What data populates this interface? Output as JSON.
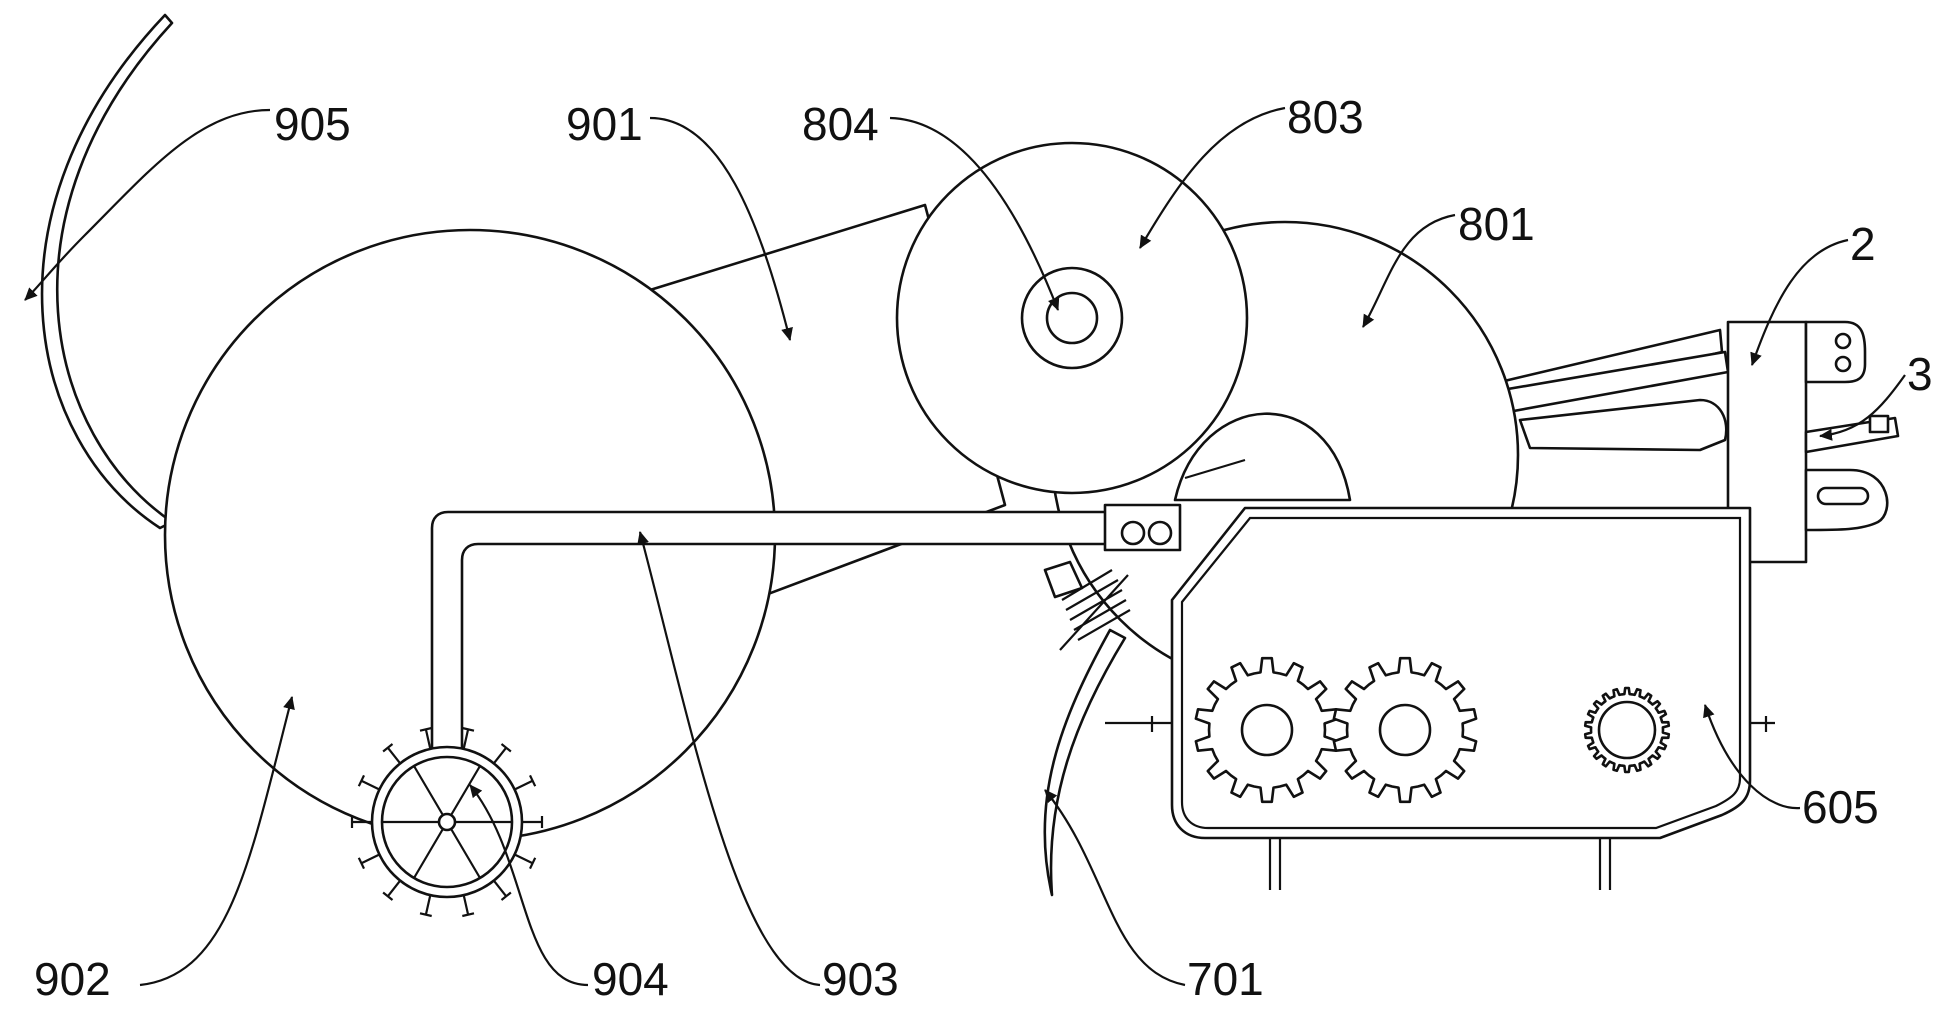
{
  "labels": {
    "l905": "905",
    "l901": "901",
    "l804": "804",
    "l803": "803",
    "l801": "801",
    "l2": "2",
    "l3": "3",
    "l605": "605",
    "l701": "701",
    "l903": "903",
    "l904": "904",
    "l902": "902"
  },
  "colors": {
    "line": "#111111",
    "background": "#ffffff"
  }
}
